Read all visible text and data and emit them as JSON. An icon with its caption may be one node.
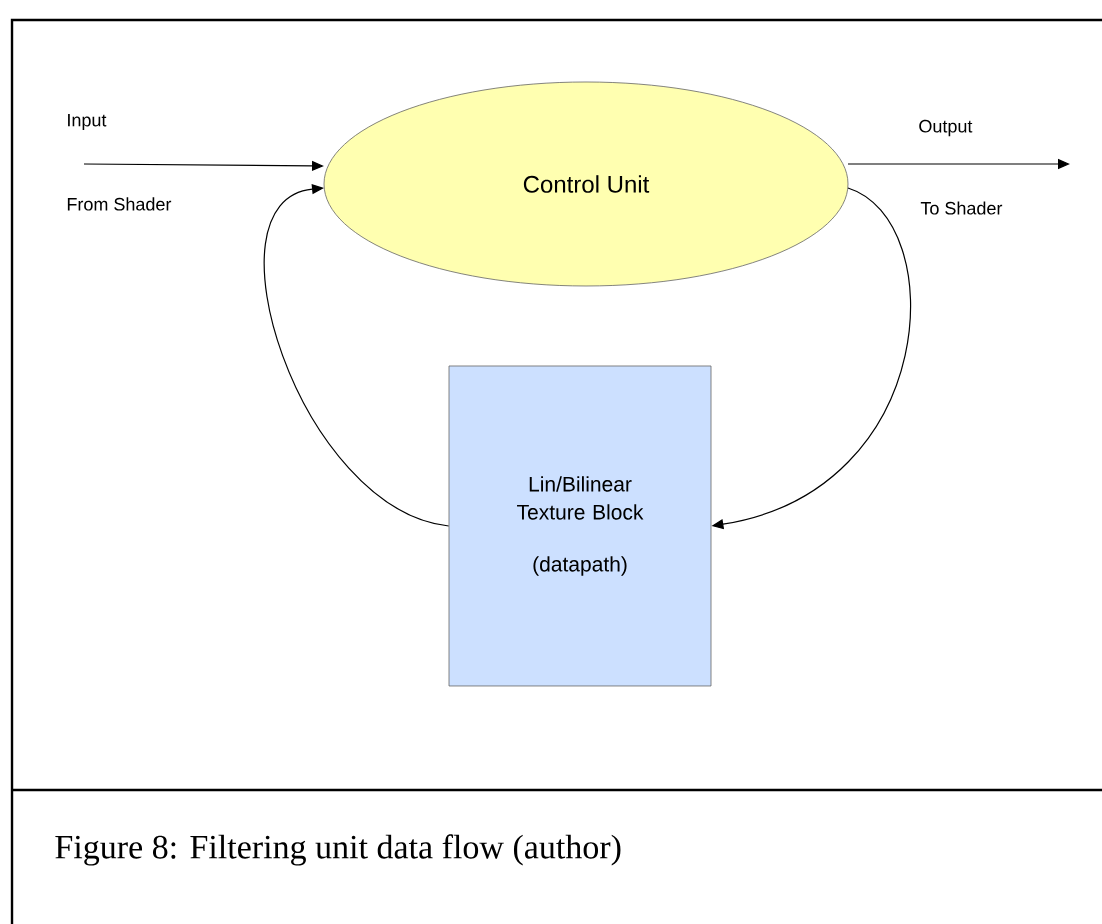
{
  "diagram": {
    "caption": "Figure 8: Filtering unit data flow (author)",
    "nodes": [
      {
        "text": [
          "Control Unit"
        ]
      },
      {
        "text": [
          "Lin/Bilinear Texture Block",
          "(datapath)"
        ]
      }
    ],
    "edges": [
      {
        "from": null,
        "to": 0,
        "arrow": "to"
      },
      {
        "from": 0,
        "to": null,
        "arrow": "to"
      },
      {
        "from": 1,
        "to": 0,
        "arrow": "to"
      },
      {
        "from": 0,
        "to": 1,
        "arrow": "to"
      }
    ],
    "labels": [
      "Input",
      "From Shader",
      "Output",
      "To Shader"
    ]
  }
}
